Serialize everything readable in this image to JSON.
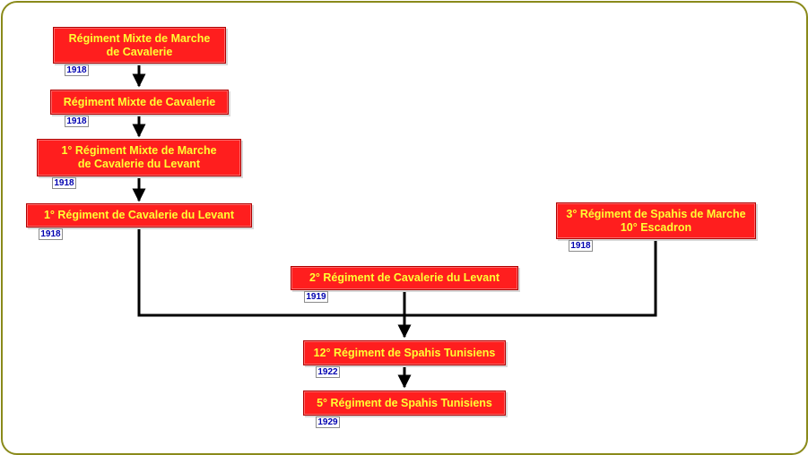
{
  "colors": {
    "frame_border": "#8a8a1a",
    "node_fill": "#ff1e1e",
    "node_text": "#ffff33",
    "year_text": "#0000b0",
    "connector": "#000000"
  },
  "nodes": [
    {
      "id": "n1",
      "label": "Régiment Mixte de Marche\nde Cavalerie",
      "year": "1918"
    },
    {
      "id": "n2",
      "label": "Régiment Mixte de Cavalerie",
      "year": "1918"
    },
    {
      "id": "n3",
      "label": "1° Régiment Mixte de Marche\nde Cavalerie du Levant",
      "year": "1918"
    },
    {
      "id": "n4",
      "label": "1° Régiment de Cavalerie du Levant",
      "year": "1918"
    },
    {
      "id": "n5",
      "label": "3° Régiment de Spahis de Marche\n10° Escadron",
      "year": "1918"
    },
    {
      "id": "n6",
      "label": "2° Régiment de Cavalerie du Levant",
      "year": "1919"
    },
    {
      "id": "n7",
      "label": "12° Régiment de Spahis Tunisiens",
      "year": "1922"
    },
    {
      "id": "n8",
      "label": "5° Régiment de Spahis Tunisiens",
      "year": "1929"
    }
  ],
  "edges": [
    {
      "from": "n1",
      "to": "n2"
    },
    {
      "from": "n2",
      "to": "n3"
    },
    {
      "from": "n3",
      "to": "n4"
    },
    {
      "from": "n4",
      "to": "n7"
    },
    {
      "from": "n5",
      "to": "n7"
    },
    {
      "from": "n6",
      "to": "n7"
    },
    {
      "from": "n7",
      "to": "n8"
    }
  ]
}
